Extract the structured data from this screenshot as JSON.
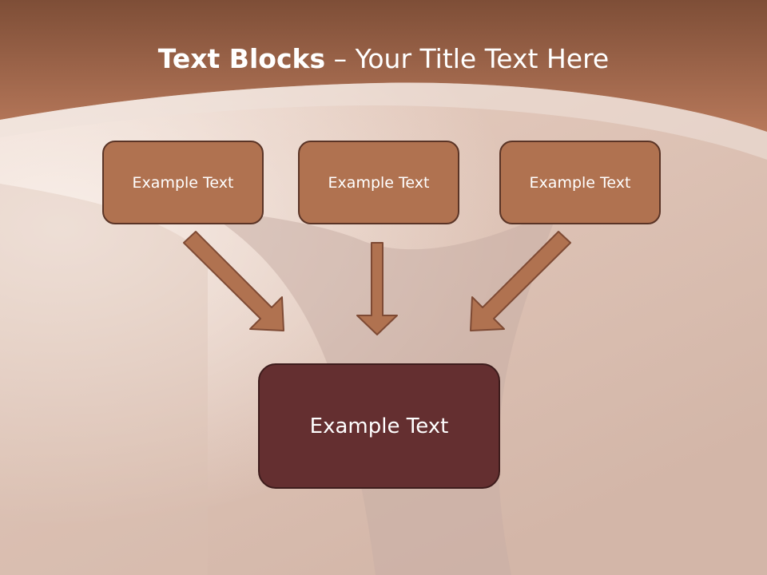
{
  "slide": {
    "title_bold": "Text Blocks",
    "title_separator": " – ",
    "title_rest": "Your Title Text Here"
  },
  "blocks": [
    {
      "label": "Example Text"
    },
    {
      "label": "Example Text"
    },
    {
      "label": "Example Text"
    }
  ],
  "result_block": {
    "label": "Example Text"
  },
  "colors": {
    "header": "#a66a4a",
    "block_fill": "#b07250",
    "block_border": "#5a3426",
    "result_fill": "#642f30",
    "arrow_fill": "#b07250",
    "arrow_stroke": "#7e4a34"
  }
}
